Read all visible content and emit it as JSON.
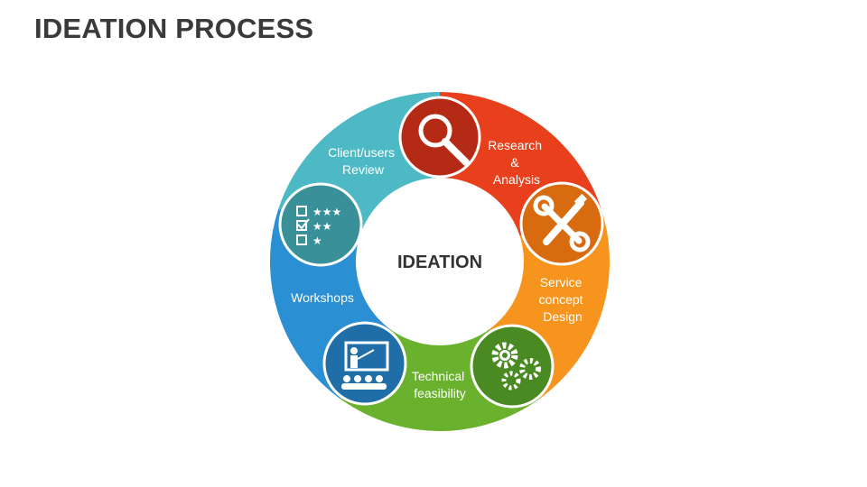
{
  "title": "IDEATION PROCESS",
  "center": {
    "label": "IDEATION"
  },
  "segments": [
    {
      "lines": [
        "Research",
        "&",
        "Analysis"
      ],
      "color": "#e8401c",
      "icon": "magnifier-icon",
      "icon_color": "#b52a14"
    },
    {
      "lines": [
        "Service",
        "concept",
        "Design"
      ],
      "color": "#f7941d",
      "icon": "tools-icon",
      "icon_color": "#d86a10"
    },
    {
      "lines": [
        "Technical",
        "feasibility"
      ],
      "color": "#6ab12e",
      "icon": "gears-icon",
      "icon_color": "#4a8a22"
    },
    {
      "lines": [
        "Workshops"
      ],
      "color": "#2b8fd3",
      "icon": "presentation-icon",
      "icon_color": "#1f6ea8"
    },
    {
      "lines": [
        "Client/users",
        "Review"
      ],
      "color": "#4cb9c4",
      "icon": "rating-checklist-icon",
      "icon_color": "#3a9098"
    }
  ]
}
